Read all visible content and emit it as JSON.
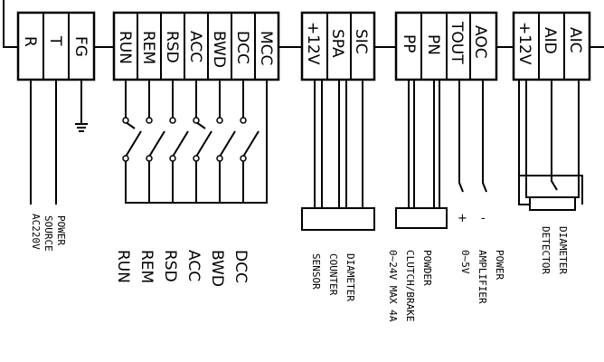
{
  "power_block": {
    "terminals": [
      "R",
      "T",
      "FG"
    ],
    "label": [
      "POWER",
      "SOURCE",
      "AC220V"
    ]
  },
  "switch_block": {
    "terminals": [
      "RUN",
      "REM",
      "RSD",
      "ACC",
      "BWD",
      "DCC",
      "MCC"
    ],
    "labels": [
      "RUN",
      "REM",
      "RSD",
      "ACC",
      "BWD",
      "DCC"
    ]
  },
  "sensor_block": {
    "terminals": [
      "+12V",
      "SPA",
      "SIC"
    ],
    "label": [
      "DIAMETER",
      "COUNTER",
      "SENSOR"
    ]
  },
  "clutch_block": {
    "terminals": [
      "PP",
      "PN",
      "TOUT",
      "AOC"
    ],
    "clutch_label": [
      "POWDER",
      "CLUTCH/BRAKE",
      "0~24V  MAX 4A"
    ],
    "amp_label": [
      "POWER",
      "AMPLIFIER",
      "0~5V"
    ],
    "plus": "+",
    "minus": "-"
  },
  "detector_block": {
    "terminals": [
      "+12V",
      "AID",
      "AIC"
    ],
    "label": [
      "DIAMETER",
      "DETECTOR"
    ]
  }
}
